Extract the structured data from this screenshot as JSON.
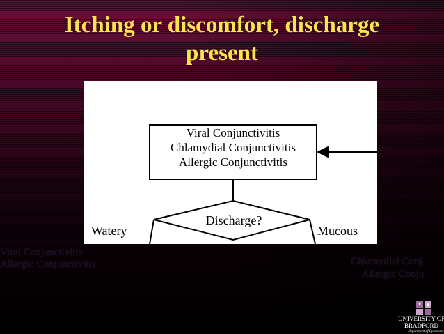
{
  "slide": {
    "title_lines": [
      "Itching or discomfort, discharge",
      "present"
    ],
    "colors": {
      "title": "#ffe54d",
      "background_top": "#6a0f3a",
      "background_bottom": "#000000",
      "panel": "#ffffff"
    }
  },
  "diagram": {
    "box_lines": [
      "Viral Conjunctivitis",
      "Chlamydial Conjunctivitis",
      "Allergic Conjunctivitis"
    ],
    "decision_label": "Discharge?",
    "left_branch": "Watery",
    "right_branch": "Mucous",
    "left_outcome_lines": [
      "Viral Conjunctivitis",
      "Allergic Conjunctivitis"
    ],
    "right_outcome_lines": [
      "Chlamydial Conj",
      "Allergic Conju"
    ]
  },
  "footer": {
    "logo_line1": "UNIVERSITY OF",
    "logo_line2": "BRADFORD",
    "logo_line3": "Department of Optometry"
  }
}
